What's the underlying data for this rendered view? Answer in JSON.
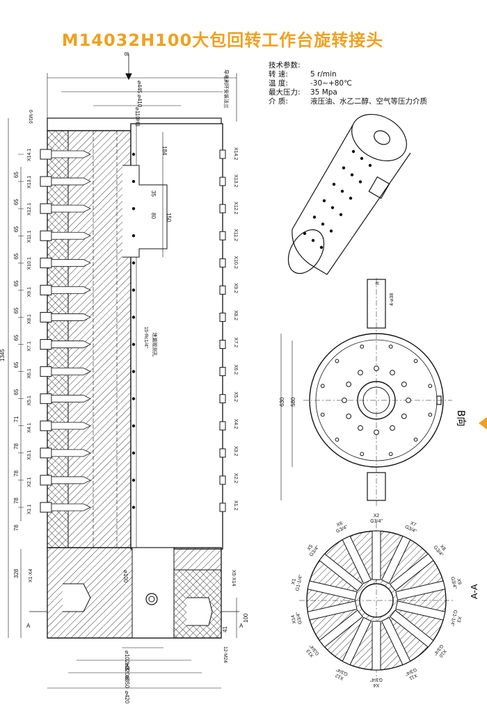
{
  "title": "M14032H100大包回转工作台旋转接头",
  "specs": {
    "heading": "技术参数:",
    "rows": [
      {
        "key": "转    速:",
        "value": "5 r/min"
      },
      {
        "key": "温    度:",
        "value": "-30~+80℃"
      },
      {
        "key": "最大压力:",
        "value": "35 Mpa"
      },
      {
        "key": "介    质:",
        "value": "液压油、水乙二醇、空气等压力介质"
      }
    ]
  },
  "view_labels": {
    "b_top": "B",
    "b_side": "B向",
    "a_left": "A",
    "a_right": "A",
    "section": "A-A",
    "install_note": "导电刷环安装法兰",
    "thread_top": "6-M16",
    "thread_bottom": "12-M24",
    "port_note": "15-Rc1/4\"",
    "port_note2": "泄漏观测孔",
    "x_range_left": "X1-X4",
    "x_range_right": "X5-X14"
  },
  "dimensions": {
    "top": [
      "⌀445",
      "⌀410",
      "⌀110H8"
    ],
    "bottom": [
      "⌀100",
      "⌀102H8",
      "⌀320f8",
      "⌀350",
      "⌀420"
    ],
    "overall_height": "1345",
    "lower_height": "328",
    "right_height": "100",
    "right_small": "41",
    "inner": [
      "184",
      "35",
      "80",
      "150"
    ],
    "bview": [
      "630",
      "580",
      "4-⌀38",
      "R"
    ],
    "pitches": [
      "65",
      "65",
      "65",
      "65",
      "65",
      "65",
      "65",
      "65",
      "65",
      "71",
      "78",
      "78",
      "78",
      "78"
    ]
  },
  "ports_left": [
    "X14.1",
    "X13.1",
    "X12.1",
    "X11.1",
    "X10.1",
    "X9.1",
    "X8.1",
    "X7.1",
    "X6.1",
    "X5.1",
    "X4.1",
    "X3.1",
    "X2.1",
    "X1.1"
  ],
  "ports_right": [
    "X14.2",
    "X13.2",
    "X12.2",
    "X11.2",
    "X10.2",
    "X9.2",
    "X8.2",
    "X7.2",
    "X6.2",
    "X5.2",
    "X4.2",
    "X3.2",
    "X2.2",
    "X1.2"
  ],
  "section_ports": [
    {
      "name": "X2",
      "thread": "G3/4\""
    },
    {
      "name": "X7",
      "thread": "G3/4\""
    },
    {
      "name": "X8",
      "thread": "G3/4\""
    },
    {
      "name": "X9",
      "thread": "G3/4\""
    },
    {
      "name": "X3",
      "thread": "G1-1/4\""
    },
    {
      "name": "X10",
      "thread": "G3/4\""
    },
    {
      "name": "X11",
      "thread": "G3/4\""
    },
    {
      "name": "X4",
      "thread": "G3/4\""
    },
    {
      "name": "X12",
      "thread": "G3/4\""
    },
    {
      "name": "X13",
      "thread": "G3/4\""
    },
    {
      "name": "X14",
      "thread": "G3/4\""
    },
    {
      "name": "X1",
      "thread": "G1-1/4\""
    },
    {
      "name": "X5",
      "thread": "G3/4\""
    },
    {
      "name": "X6",
      "thread": "G3/4\""
    }
  ],
  "colors": {
    "accent": "#f0a020",
    "ink": "#111111"
  }
}
